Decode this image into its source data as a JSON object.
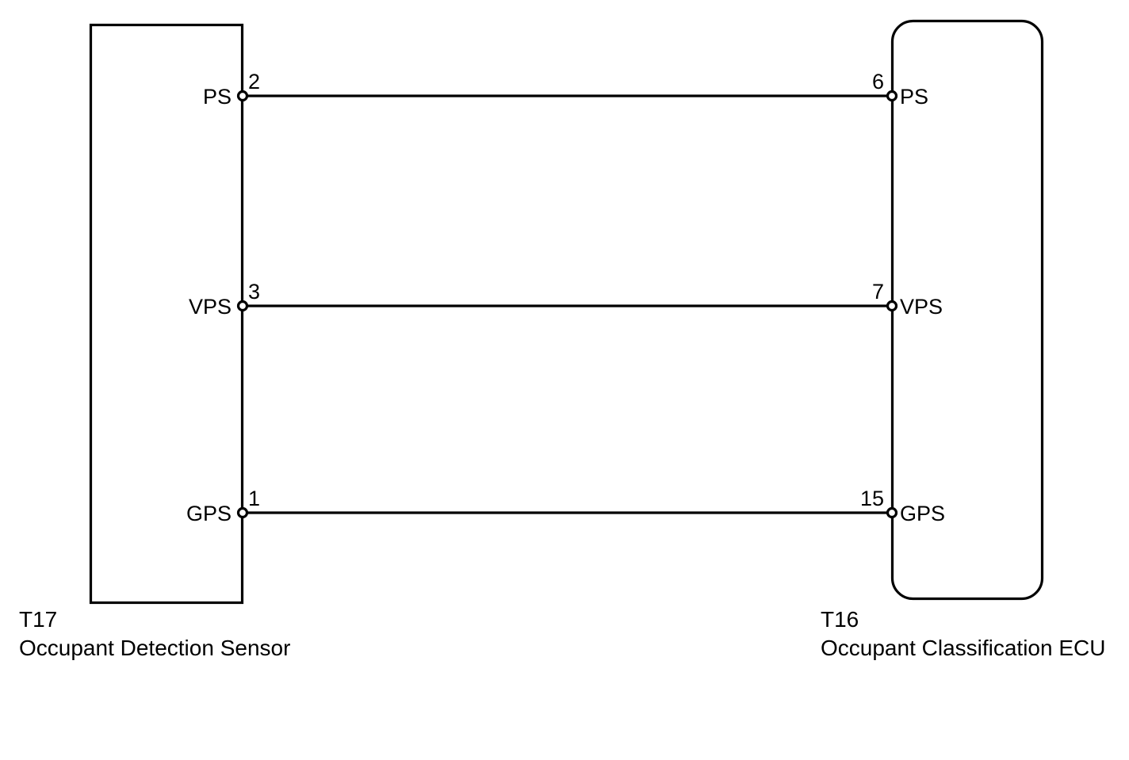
{
  "diagram": {
    "type": "automotive-wiring-schematic",
    "background_color": "#ffffff",
    "line_color": "#000000"
  },
  "left_component": {
    "code": "T17",
    "name": "Occupant Detection Sensor",
    "shape": "rectangle",
    "pins": [
      {
        "number": "2",
        "name": "PS"
      },
      {
        "number": "3",
        "name": "VPS"
      },
      {
        "number": "1",
        "name": "GPS"
      }
    ]
  },
  "right_component": {
    "code": "T16",
    "name": "Occupant Classification ECU",
    "shape": "rounded-rectangle",
    "pins": [
      {
        "number": "6",
        "name": "PS"
      },
      {
        "number": "7",
        "name": "VPS"
      },
      {
        "number": "15",
        "name": "GPS"
      }
    ]
  },
  "connections": [
    {
      "signal": "PS",
      "from_pin": "2",
      "to_pin": "6"
    },
    {
      "signal": "VPS",
      "from_pin": "3",
      "to_pin": "7"
    },
    {
      "signal": "GPS",
      "from_pin": "1",
      "to_pin": "15"
    }
  ]
}
